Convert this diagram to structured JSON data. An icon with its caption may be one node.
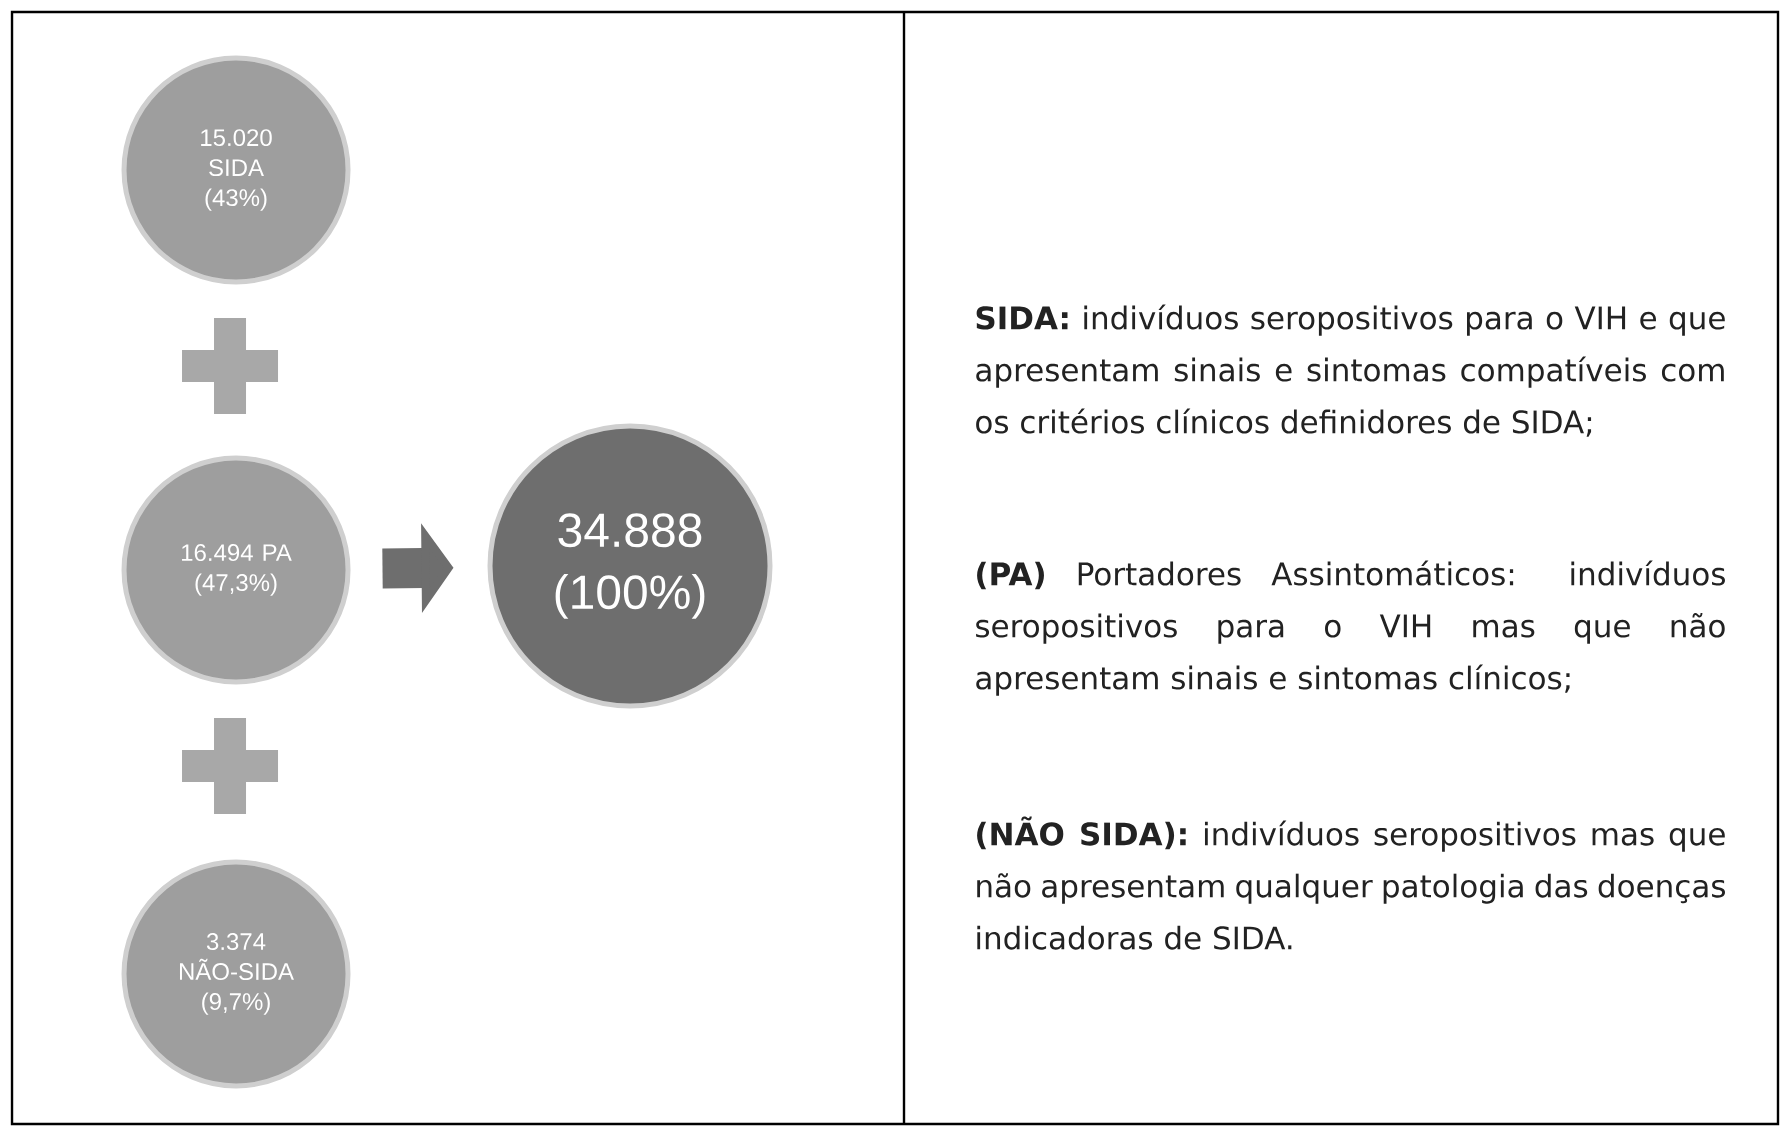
{
  "diagram": {
    "nodes": [
      {
        "text": [
          "15.020 SIDA (43%)"
        ]
      },
      {
        "text": [
          "16.494 PA (47,3%)"
        ]
      },
      {
        "text": [
          "3.374 NÃO-SIDA (9,7%)"
        ]
      },
      {
        "text": [
          "34.888 (100%)"
        ]
      }
    ],
    "edges": [
      {
        "from": 1,
        "to": 3,
        "arrow": "to"
      }
    ],
    "labels": [
      "**SIDA:** indivíduos seropositivos para o VIH e que apresentam sinais e sintomas compatíveis com os critérios clínicos definidores de SIDA;",
      "**(PA)** Portadores Assintomáticos: indivíduos seropositivos para o VIH mas que não apresentam sinais e sintomas clínicos;",
      "**(NÃO SIDA):** indivíduos seropositivos mas que não apresentam qualquer patologia das doenças indicadoras de SIDA."
    ]
  }
}
